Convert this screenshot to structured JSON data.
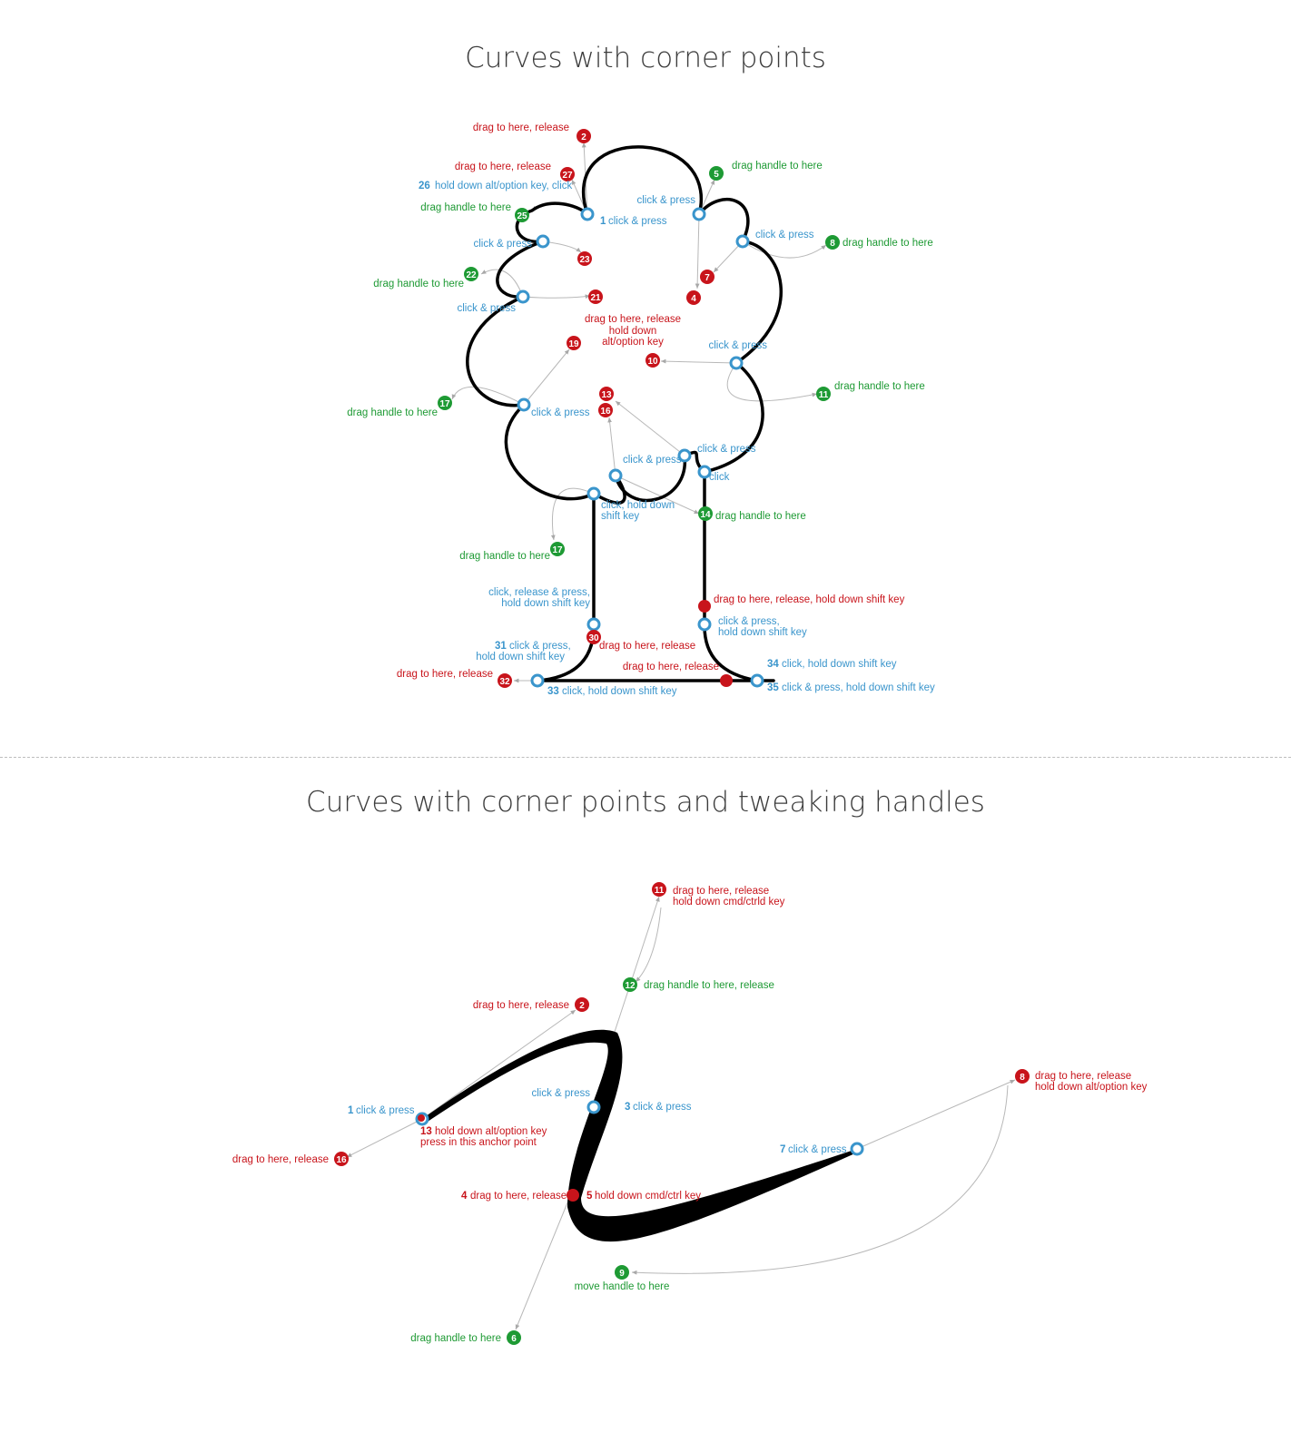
{
  "section1": {
    "title": "Curves with corner points",
    "steps": {
      "s2": "drag to here, release",
      "s27": "drag to here, release",
      "s26_num": "26",
      "s26": "hold down alt/option key, click",
      "s25": "drag handle to here",
      "s1_num": "1",
      "s1": "click & press",
      "s5": "drag handle to here",
      "s3": "click & press",
      "s6": "click & press",
      "s8": "drag handle to here",
      "s24": "click & press",
      "s22": "drag handle to here",
      "s20": "click & press",
      "s9": "drag to here, release",
      "s9b": "hold down",
      "s9c": "alt/option key",
      "s15": "click & press",
      "s11": "drag handle to here",
      "s17a": "drag handle to here",
      "s18": "click & press",
      "s12a": "click & press",
      "s12b": "click & press",
      "s12c": "click",
      "s14": "drag handle to here",
      "s28a": "click, hold down",
      "s28b": "shift key",
      "s17b": "drag handle to here",
      "s29a": "click, release & press,",
      "s29b": "hold down shift key",
      "s30": "drag to here, release",
      "s31_num": "31",
      "s31a": "click & press,",
      "s31b": "hold down shift key",
      "s32": "drag to here, release",
      "s33_num": "33",
      "s33": "click, hold down shift key",
      "s36": "drag to here, release, hold down shift key",
      "s37a": "click & press,",
      "s37b": "hold down shift key",
      "s38": "drag to here, release",
      "s34_num": "34",
      "s34": "click, hold down shift key",
      "s35_num": "35",
      "s35": "click & press, hold down shift key"
    },
    "badges": [
      "2",
      "27",
      "25",
      "5",
      "23",
      "8",
      "7",
      "4",
      "22",
      "21",
      "19",
      "10",
      "17",
      "11",
      "13",
      "16",
      "14",
      "17",
      "30",
      "32"
    ]
  },
  "section2": {
    "title": "Curves with corner points and tweaking handles",
    "steps": {
      "s11a": "drag to here, release",
      "s11b": "hold down cmd/ctrld key",
      "s12": "drag handle to here, release",
      "s2": "drag to here, release",
      "s1_num": "1",
      "s1": "click & press",
      "s10": "click & press",
      "s3_num": "3",
      "s3": "click & press",
      "s13_num": "13",
      "s13a": "hold down alt/option key",
      "s13b": "press in this anchor point",
      "s16": "drag to here, release",
      "s4_num": "4",
      "s4": "drag to here, release",
      "s5_num": "5",
      "s5": "hold down cmd/ctrl key",
      "s7_num": "7",
      "s7": "click & press",
      "s8a": "drag to here, release",
      "s8b": "hold down alt/option key",
      "s9": "move handle to here",
      "s6": "drag handle to here"
    },
    "badges": [
      "11",
      "12",
      "2",
      "16",
      "8",
      "9",
      "6"
    ]
  },
  "colors": {
    "red": "#c8141b",
    "blue": "#3a95cc",
    "green": "#1e9a34",
    "curve": "#000000",
    "connector": "#b8b8b8"
  }
}
